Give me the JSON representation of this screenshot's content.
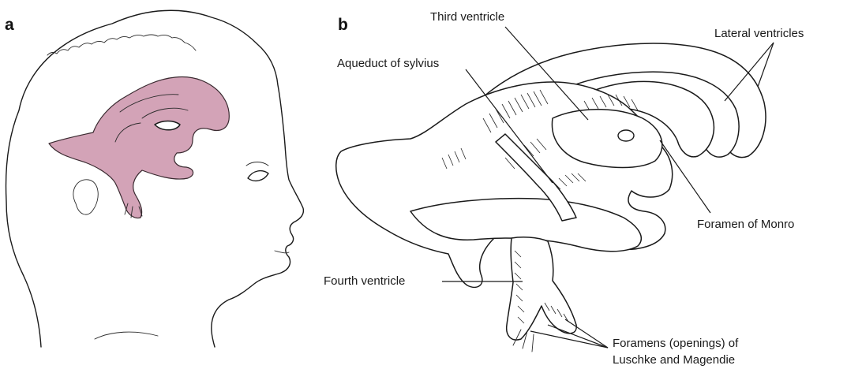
{
  "panels": {
    "a": {
      "letter": "a"
    },
    "b": {
      "letter": "b"
    }
  },
  "labels": {
    "third_ventricle": "Third ventricle",
    "lateral_ventricles": "Lateral ventricles",
    "aqueduct": "Aqueduct of sylvius",
    "foramen_monro": "Foramen of Monro",
    "fourth_ventricle": "Fourth ventricle",
    "foramens_line1": "Foramens (openings) of",
    "foramens_line2": "Luschke and Magendie"
  },
  "colors": {
    "ventricle_fill": "#d3a3b7",
    "line": "#1a1a1a",
    "background": "#ffffff"
  }
}
